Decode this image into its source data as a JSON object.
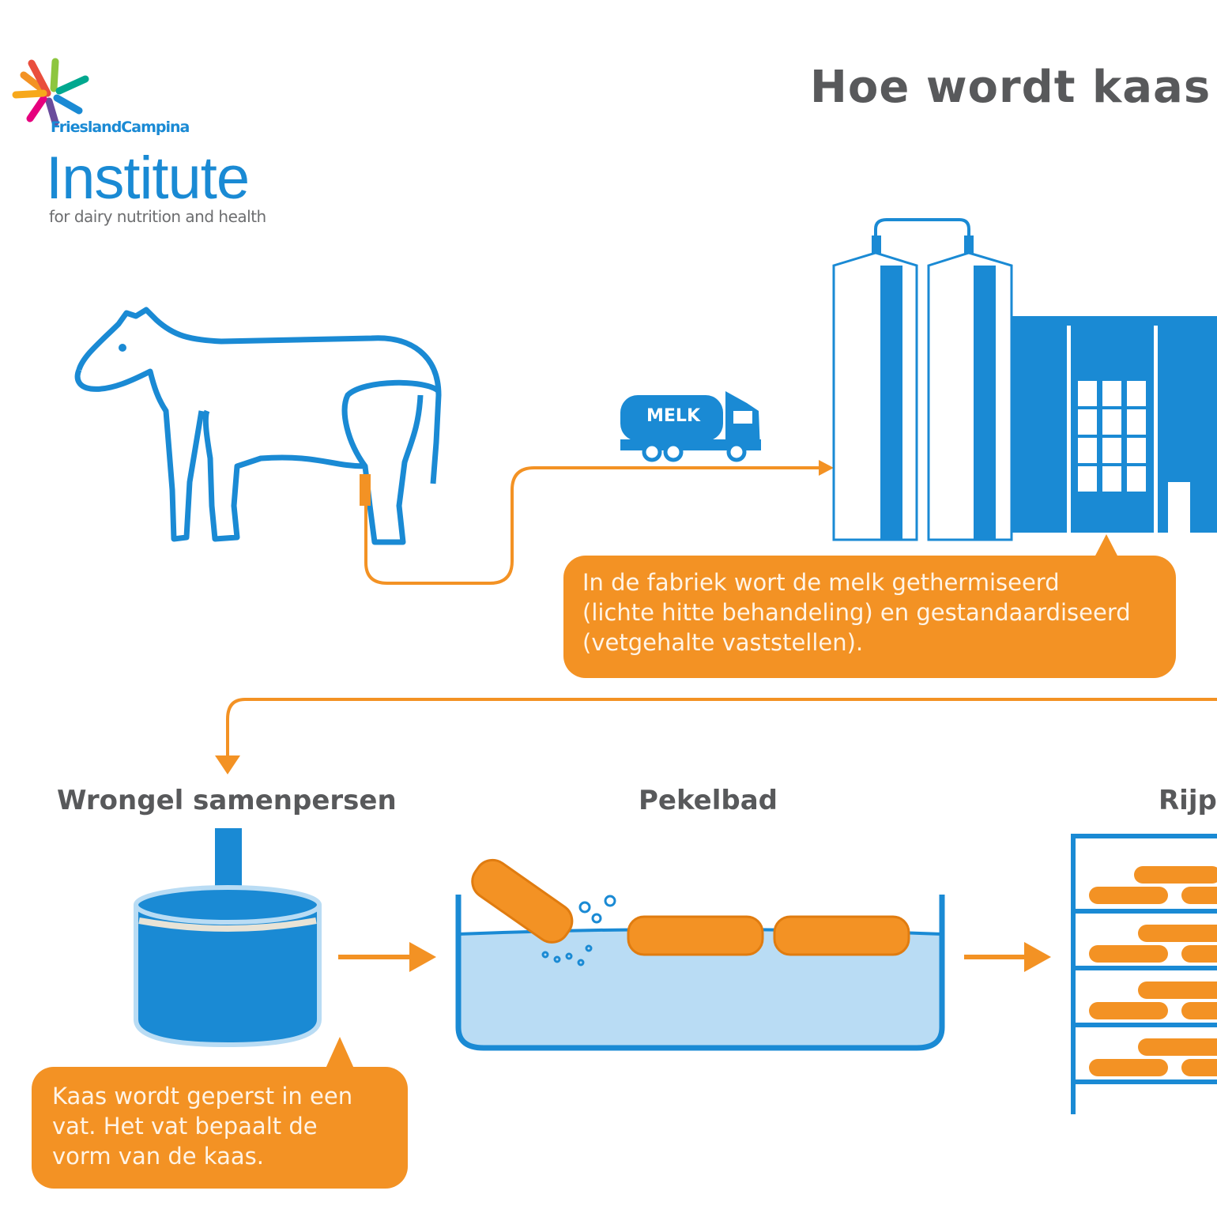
{
  "title": "Hoe wordt kaas g",
  "logo": {
    "brand": "FrieslandCampina",
    "name": "Institute",
    "tagline": "for dairy nutrition and health"
  },
  "truck_label": "MELK",
  "factory_note": "In de fabriek wort de melk gethermiseerd\n(lichte hitte behandeling) en gestandaardiseerd\n(vetgehalte vaststellen).",
  "steps": [
    {
      "label": "Wrongel samenpersen",
      "note": "Kaas wordt geperst in een\nvat. Het vat bepaalt de\nvorm van de kaas."
    },
    {
      "label": "Pekelbad"
    },
    {
      "label": "Rijp"
    }
  ],
  "colors": {
    "blue": "#1a8ad4",
    "orange": "#f39224",
    "water": "#b9dcf4",
    "text": "#58595b"
  }
}
